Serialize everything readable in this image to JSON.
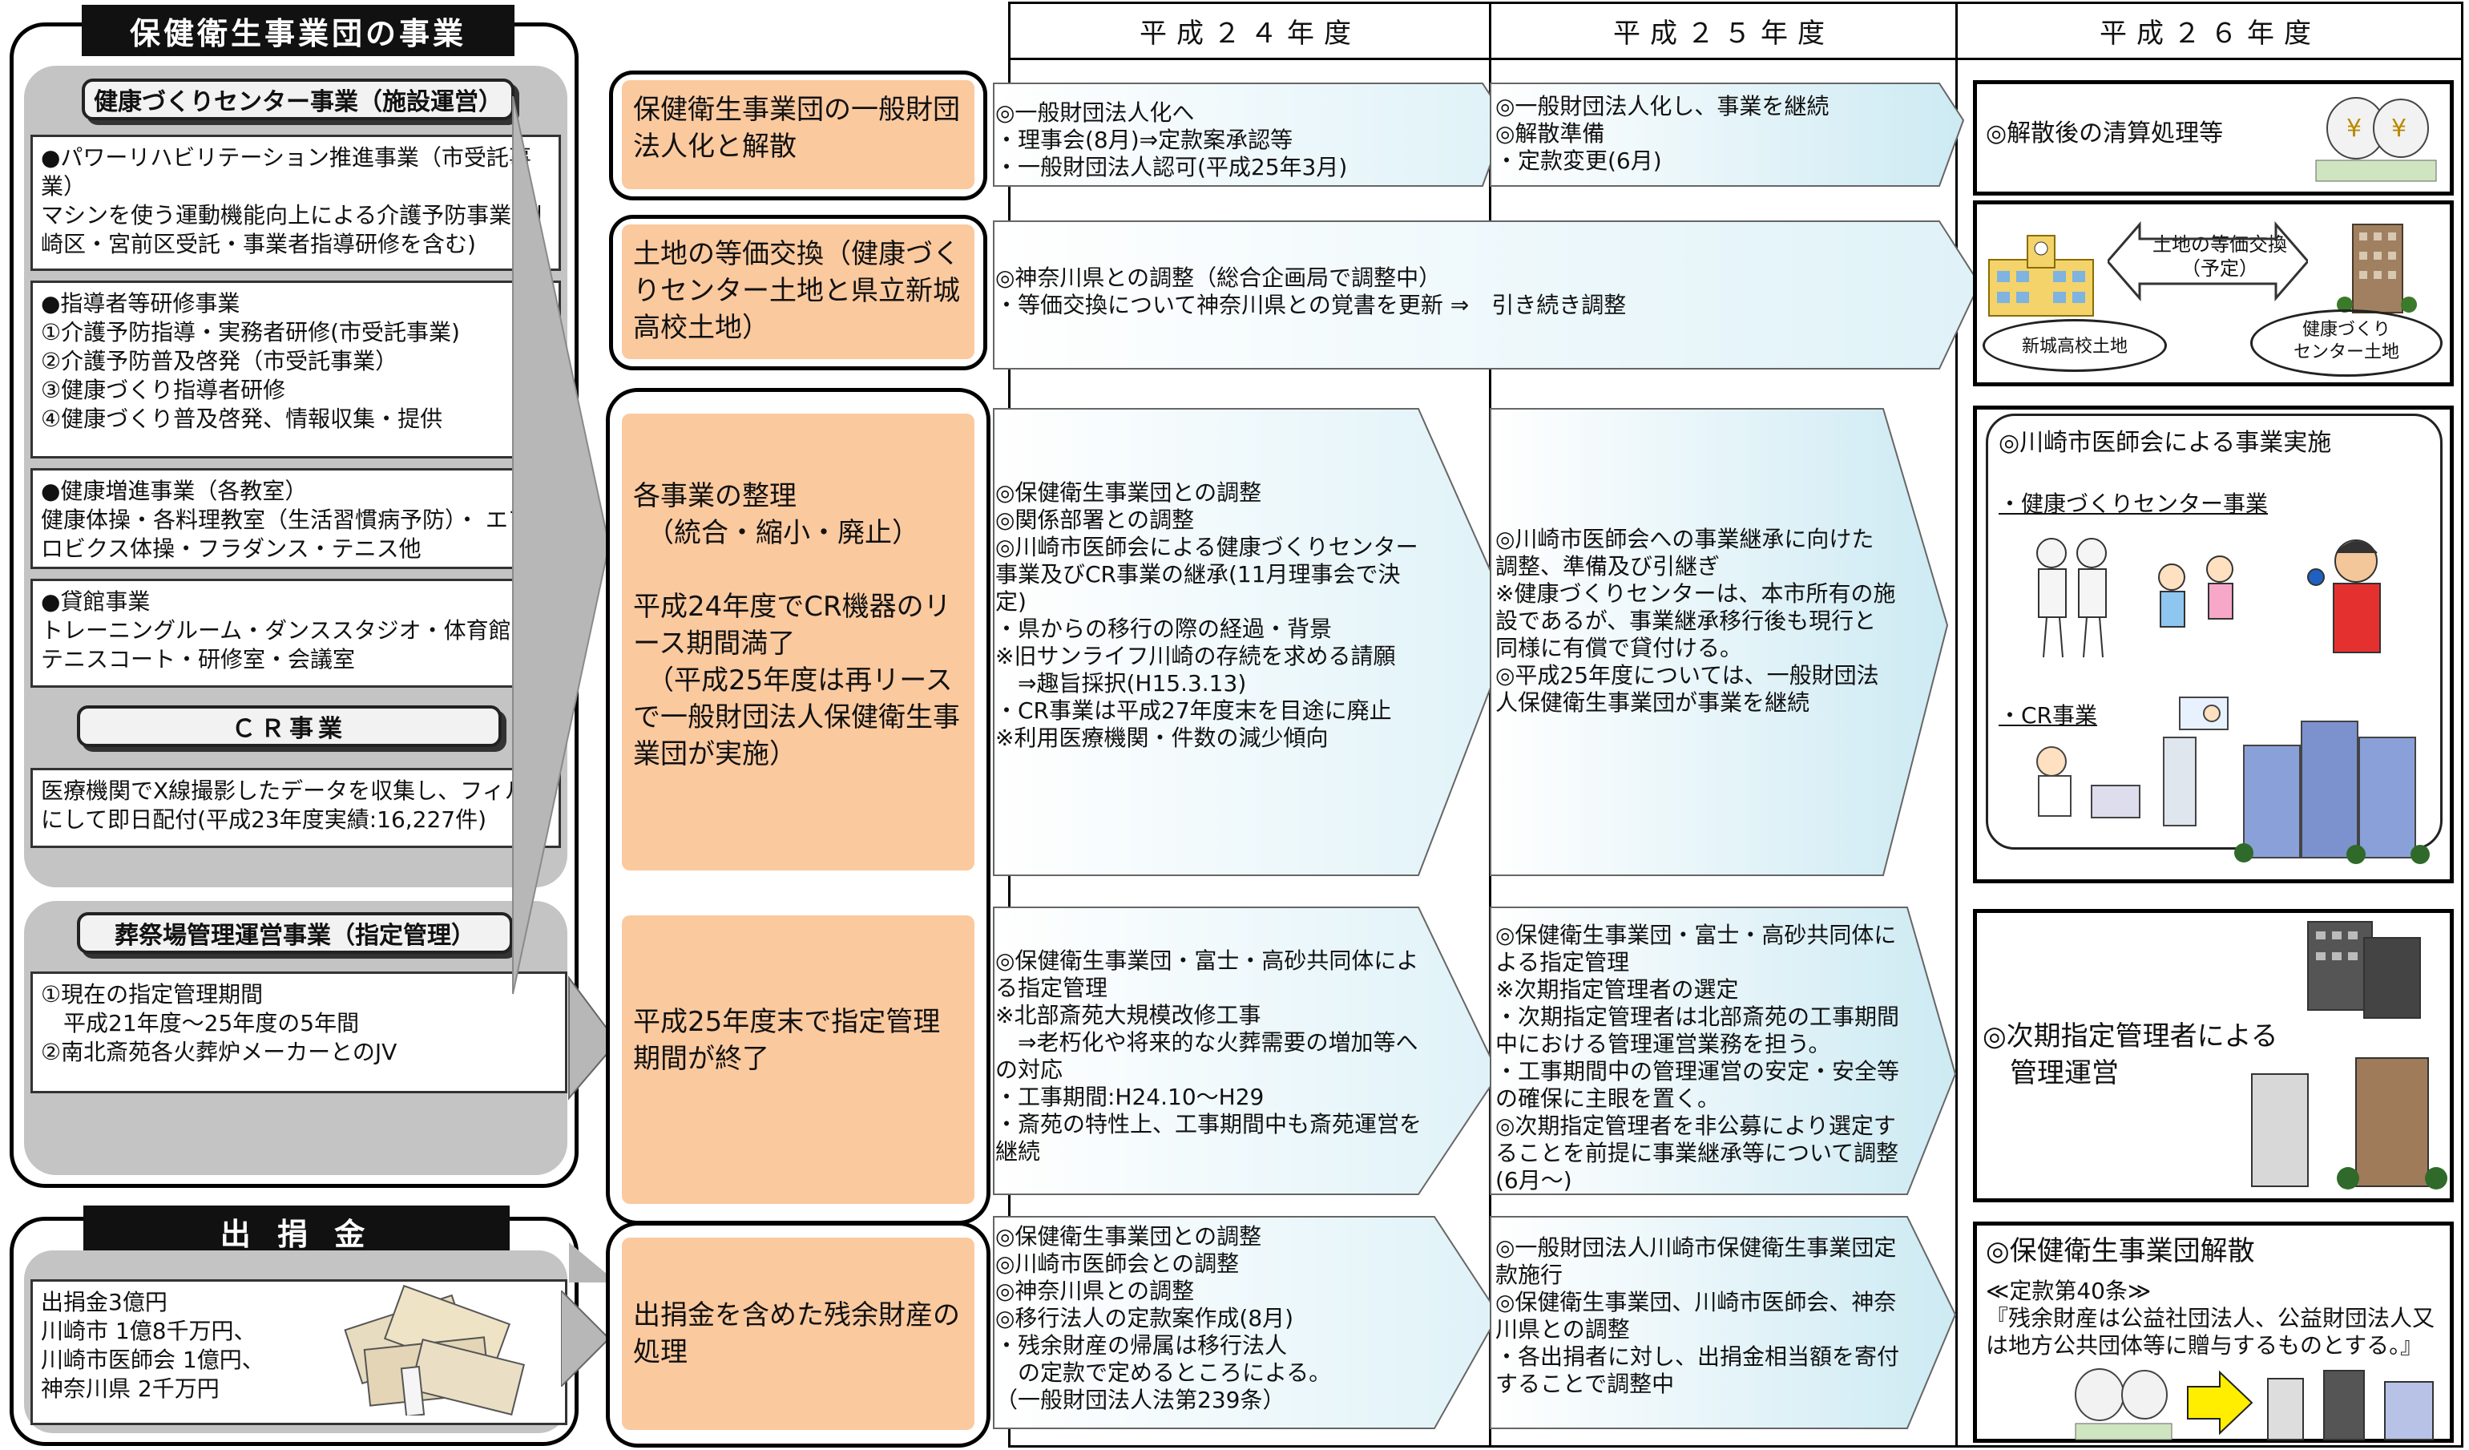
{
  "org_title": "保健衛生事業団の事業",
  "left": {
    "health_center_header": "健康づくりセンター事業（施設運営）",
    "health_boxes": [
      "●パワーリハビリテーション推進事業（市受託事業）\nマシンを使う運動機能向上による介護予防事業(川崎区・宮前区受託・事業者指導研修を含む)",
      "●指導者等研修事業\n①介護予防指導・実務者研修(市受託事業)\n②介護予防普及啓発（市受託事業）\n③健康づくり指導者研修\n④健康づくり普及啓発、情報収集・提供",
      "●健康増進事業（各教室）\n健康体操・各料理教室（生活習慣病予防）・ エアロビクス体操・フラダンス・テニス他",
      "●貸館事業\nトレーニングルーム・ダンススタジオ・体育館・テニスコート・研修室・会議室"
    ],
    "cr_header": "ＣＲ事業",
    "cr_box": "医療機関でX線撮影したデータを収集し、フィルムにして即日配付(平成23年度実績:16,227件)",
    "funeral_header": "葬祭場管理運営事業（指定管理）",
    "funeral_box": "①現在の指定管理期間\n　平成21年度～25年度の5年間\n②南北斎苑各火葬炉メーカーとのJV",
    "donation_header": "出 捐 金",
    "donation_box": "出捐金3億円\n川崎市 1億8千万円、\n川崎市医師会 1億円、\n神奈川県 2千万円"
  },
  "columns": [
    "平成２４年度",
    "平成２５年度",
    "平成２６年度"
  ],
  "topics": [
    "保健衛生事業団の一般財団法人化と解散",
    "土地の等価交換（健康づくりセンター土地と県立新城高校土地）",
    "各事業の整理\n　（統合・縮小・廃止）\n\n平成24年度でCR機器のリース期間満了\n　（平成25年度は再リースで一般財団法人保健衛生事業団が実施）",
    "平成25年度末で指定管理期間が終了",
    "出捐金を含めた残余財産の処理"
  ],
  "rows": [
    {
      "h24": "◎一般財団法人化へ\n・理事会(8月)⇒定款案承認等\n・一般財団法人認可(平成25年3月)",
      "h25": "◎一般財団法人化し、事業を継続\n◎解散準備\n・定款変更(6月)",
      "h26": "◎解散後の清算処理等"
    },
    {
      "h24": "◎神奈川県との調整（総合企画局で調整中）\n・等価交換について神奈川県との覚書を更新 ⇒　引き続き調整",
      "h26_exchange": "土地の等価交換\n（予定）",
      "h26_left_land": "新城高校土地",
      "h26_right_land": "健康づくり\nセンター土地"
    },
    {
      "h24": "◎保健衛生事業団との調整\n◎関係部署との調整\n◎川崎市医師会による健康づくりセンター事業及びCR事業の継承(11月理事会で決定)\n・県からの移行の際の経過・背景\n※旧サンライフ川崎の存続を求める請願\n　⇒趣旨採択(H15.3.13)\n・CR事業は平成27年度末を目途に廃止\n※利用医療機関・件数の減少傾向",
      "h25": "◎川崎市医師会への事業継承に向けた調整、準備及び引継ぎ\n※健康づくりセンターは、本市所有の施設であるが、事業継承移行後も現行と同様に有償で貸付ける。\n◎平成25年度については、一般財団法人保健衛生事業団が事業を継続",
      "h26_title": "◎川崎市医師会による事業実施",
      "h26_sub1": "・健康づくりセンター事業",
      "h26_sub2": "・CR事業"
    },
    {
      "h24": "◎保健衛生事業団・富士・高砂共同体による指定管理\n※北部斎苑大規模改修工事\n　⇒老朽化や将来的な火葬需要の増加等への対応\n・工事期間:H24.10～H29\n・斎苑の特性上、工事期間中も斎苑運営を継続",
      "h25": "◎保健衛生事業団・富士・高砂共同体による指定管理\n※次期指定管理者の選定\n・次期指定管理者は北部斎苑の工事期間中における管理運営業務を担う。\n・工事期間中の管理運営の安定・安全等の確保に主眼を置く。\n◎次期指定管理者を非公募により選定することを前提に事業継承等について調整(6月～)",
      "h26": "◎次期指定管理者による\n　管理運営"
    },
    {
      "h24": "◎保健衛生事業団との調整\n◎川崎市医師会との調整\n◎神奈川県との調整\n◎移行法人の定款案作成(8月)\n・残余財産の帰属は移行法人\n　の定款で定めるところによる。\n（一般財団法人法第239条）",
      "h25": "◎一般財団法人川崎市保健衛生事業団定款施行\n◎保健衛生事業団、川崎市医師会、神奈川県との調整\n・各出捐者に対し、出捐金相当額を寄付することで調整中",
      "h26_title": "◎保健衛生事業団解散",
      "h26_sub": "≪定款第40条≫\n『残余財産は公益社団法人、公益財団法人又は地方公共団体等に贈与するものとする。』"
    }
  ]
}
